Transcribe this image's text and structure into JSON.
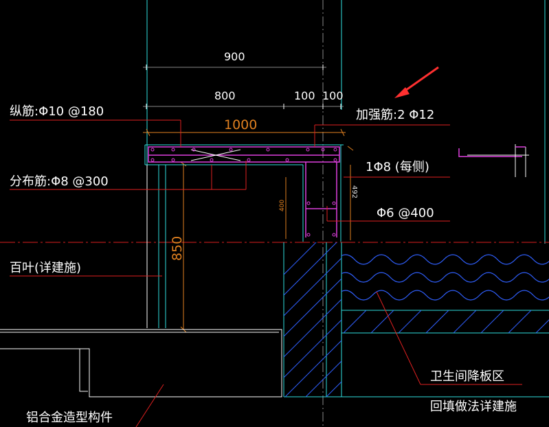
{
  "dimensions": {
    "d900": "900",
    "d800": "800",
    "d100a": "100",
    "d100b": "100",
    "d1000": "1000",
    "d850": "850",
    "d400": "400",
    "d492": "492"
  },
  "labels": {
    "longitudinal": "纵筋:Φ10 @180",
    "distribution": "分布筋:Φ8 @300",
    "reinforce": "加强筋:2 Φ12",
    "each_side": "1Φ8 (每侧)",
    "stirrup": "Φ6 @400",
    "louver": "百叶(详建施)",
    "aluminum": "铝合金造型构件",
    "bathroom_line1": "卫生间降板区",
    "bathroom_line2": "回填做法详建施"
  },
  "colors": {
    "background": "#000000",
    "text": "#ffffff",
    "cyan_lines": "#2fe0e0",
    "rebar": "#e040e0",
    "leader": "#e02020",
    "dimension_orange": "#e08020",
    "fill_blue": "#3060ff",
    "arrow": "#ff3030"
  }
}
